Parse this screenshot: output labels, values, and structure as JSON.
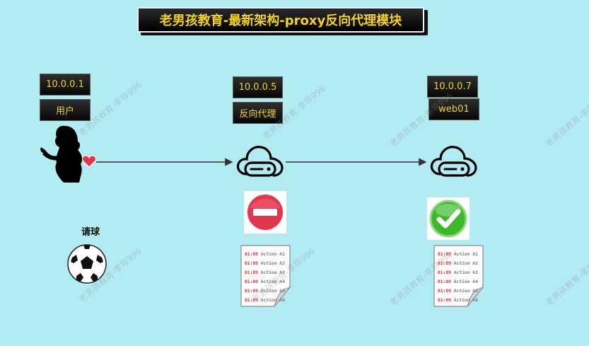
{
  "title": "老男孩教育-最新架构-proxy反向代理模块",
  "client": {
    "ip": "10.0.0.1",
    "role": "用户"
  },
  "proxy": {
    "ip": "10.0.0.5",
    "role": "反向代理"
  },
  "web": {
    "ip": "10.0.0.7",
    "role": "web01"
  },
  "ball_label": "请球",
  "watermark": "老男孩教育-李导996",
  "logs": {
    "time": "01:09",
    "actions": [
      "Action A1",
      "Action A2",
      "Action A3",
      "Action A4",
      "Action A5",
      "Action A6"
    ]
  },
  "icons": {
    "client": "woman-silhouette-icon",
    "heart": "heart-icon",
    "proxy": "cloud-server-icon",
    "web": "cloud-server-icon",
    "proxy_status": "no-entry-icon",
    "web_status": "checkmark-icon",
    "ball": "soccer-ball-icon",
    "log": "log-document-icon"
  },
  "colors": {
    "background": "#b3ebf2",
    "label_text": "#f5d21c",
    "no_entry": "#e0374d",
    "check": "#3db82b"
  }
}
